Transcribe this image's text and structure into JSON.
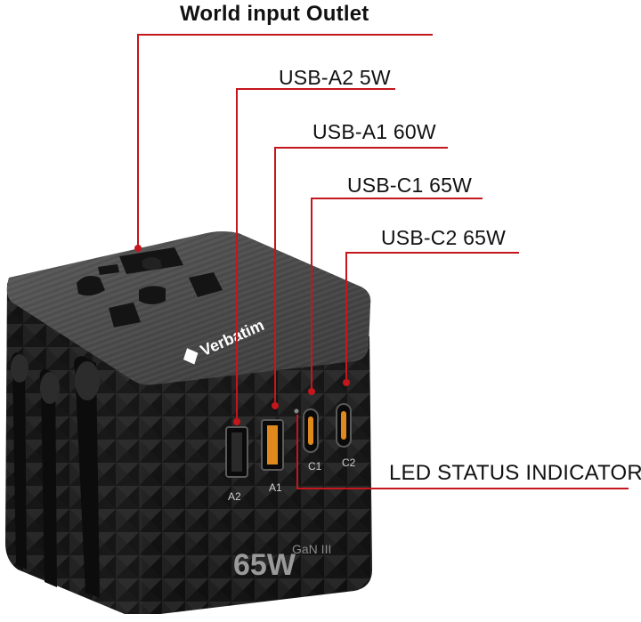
{
  "callouts": {
    "world_outlet": "World input Outlet",
    "usb_a2": "USB-A2 5W",
    "usb_a1": "USB-A1 60W",
    "usb_c1": "USB-C1 65W",
    "usb_c2": "USB-C2 65W",
    "led_status": "LED STATUS INDICATOR"
  },
  "product": {
    "brand": "Verbatim",
    "wattage": "65W",
    "technology": "GaN III",
    "port_labels": [
      "A2",
      "A1",
      "C1",
      "C2"
    ]
  },
  "colors": {
    "callout_line": "#c4161c",
    "body": "#1b1b1b",
    "top_plate": "#4a4a4a",
    "usb_a1_accent": "#e08a1e",
    "usb_c_accent": "#e08a1e"
  }
}
